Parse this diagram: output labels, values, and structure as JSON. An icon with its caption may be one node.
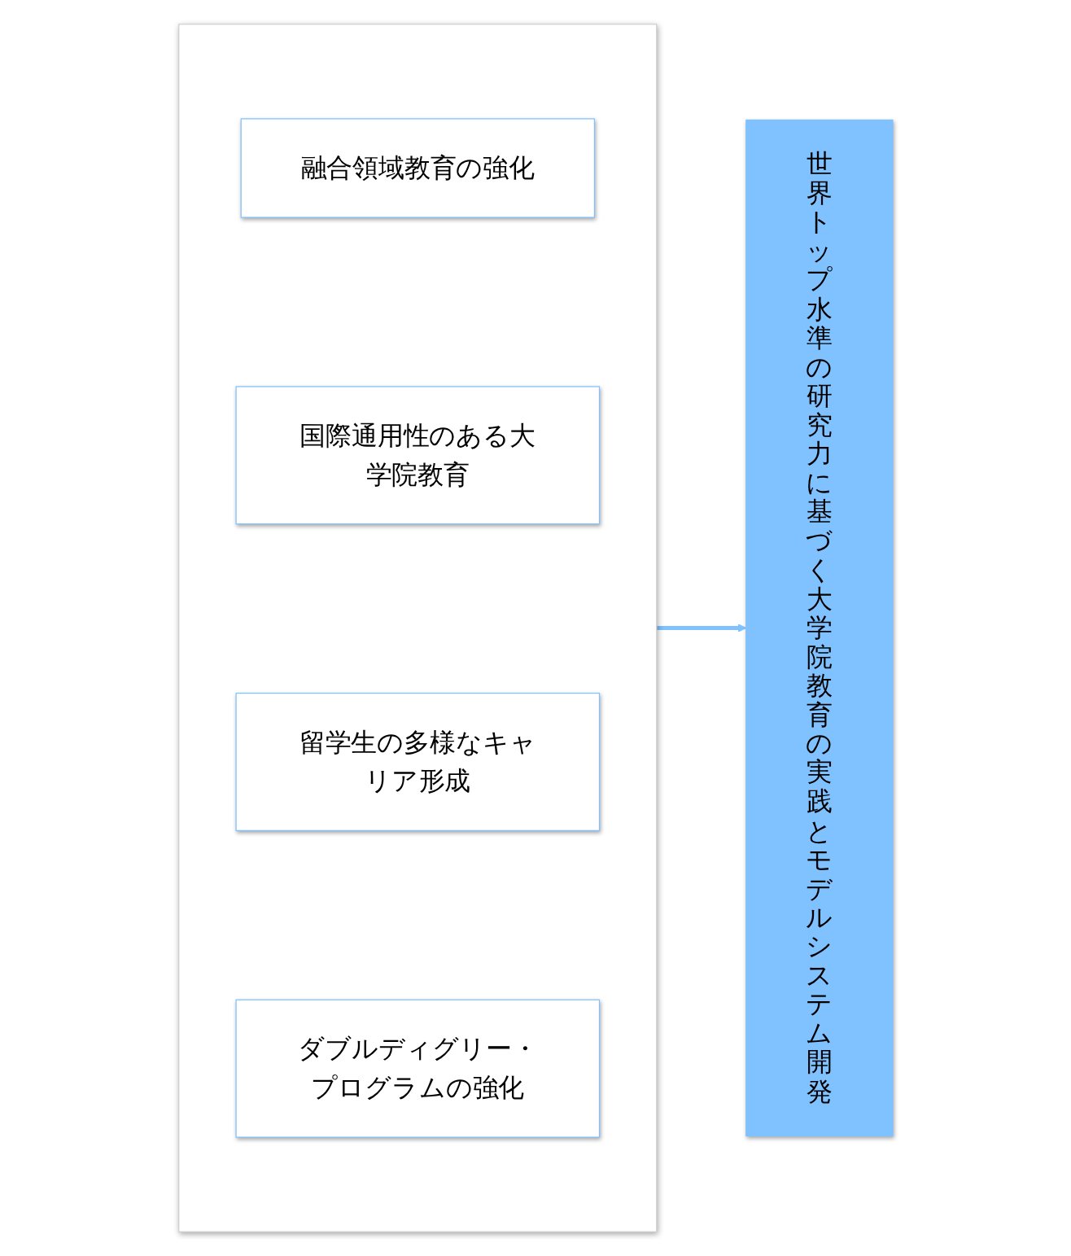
{
  "diagram": {
    "nodes": [
      {
        "text": [],
        "shape": "box"
      },
      {
        "text": [
          "融合領域教育の強化"
        ],
        "in": 0
      },
      {
        "text": [
          "国際通用性のある大学院教育"
        ],
        "in": 0
      },
      {
        "text": [
          "留学生の多様なキャリア形成"
        ],
        "in": 0
      },
      {
        "text": [
          "ダブルディグリー・プログラムの強化"
        ],
        "in": 0
      },
      {
        "text": [
          "世界トップ水準の研究力に基づく大学院教育の実践とモデルシステム開発"
        ]
      }
    ],
    "edges": [
      {
        "from": 0,
        "to": 5,
        "arrow": "to",
        "color": "#80c1ff"
      }
    ]
  }
}
